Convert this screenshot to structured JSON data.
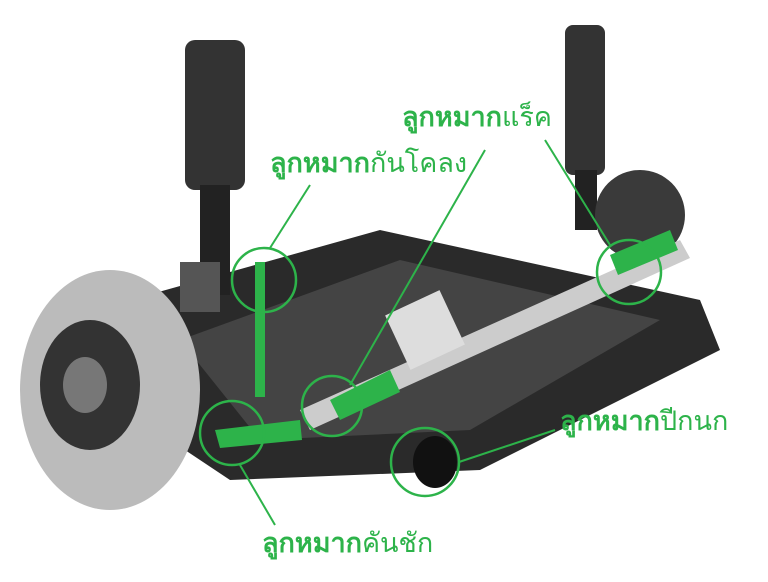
{
  "accent_color": "#2db34a",
  "labels": {
    "stabilizer": {
      "bold": "ลูกหมาก",
      "rest": "กันโคลง"
    },
    "rack": {
      "bold": "ลูกหมาก",
      "rest": "แร็ค"
    },
    "control_arm": {
      "bold": "ลูกหมาก",
      "rest": "ปีกนก"
    },
    "tie_rod": {
      "bold": "ลูกหมาก",
      "rest": "คันชัก"
    }
  }
}
